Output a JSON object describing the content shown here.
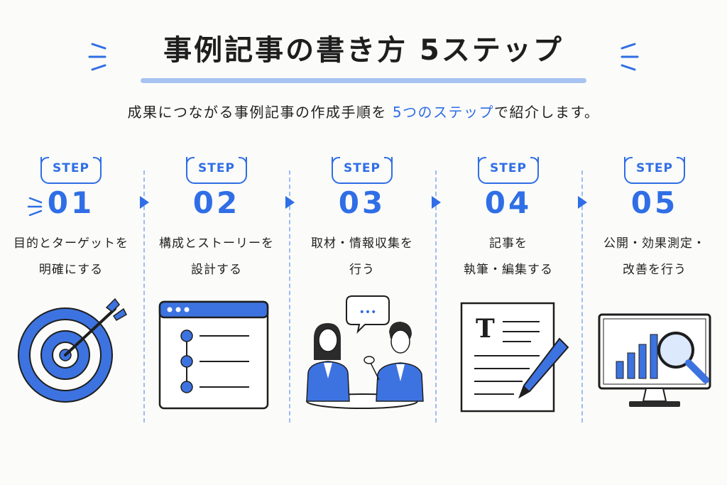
{
  "title": "事例記事の書き方 5ステップ",
  "subtitle": {
    "before": "成果につながる事例記事の作成手順を ",
    "highlight": "5つのステップ",
    "after": "で紹介します。"
  },
  "accent_color": "#2f6ee6",
  "steps": [
    {
      "badge": "STEP",
      "number": "01",
      "line1": "目的とターゲットを",
      "line2": "明確にする",
      "icon": "target-icon"
    },
    {
      "badge": "STEP",
      "number": "02",
      "line1": "構成とストーリーを",
      "line2": "設計する",
      "icon": "outline-window-icon"
    },
    {
      "badge": "STEP",
      "number": "03",
      "line1": "取材・情報収集を",
      "line2": "行う",
      "icon": "interview-icon"
    },
    {
      "badge": "STEP",
      "number": "04",
      "line1": "記事を",
      "line2": "執筆・編集する",
      "icon": "document-pencil-icon"
    },
    {
      "badge": "STEP",
      "number": "05",
      "line1": "公開・効果測定・",
      "line2": "改善を行う",
      "icon": "analytics-monitor-icon"
    }
  ],
  "illus_text": {
    "document_letter": "T",
    "speech_dots": "•••"
  }
}
